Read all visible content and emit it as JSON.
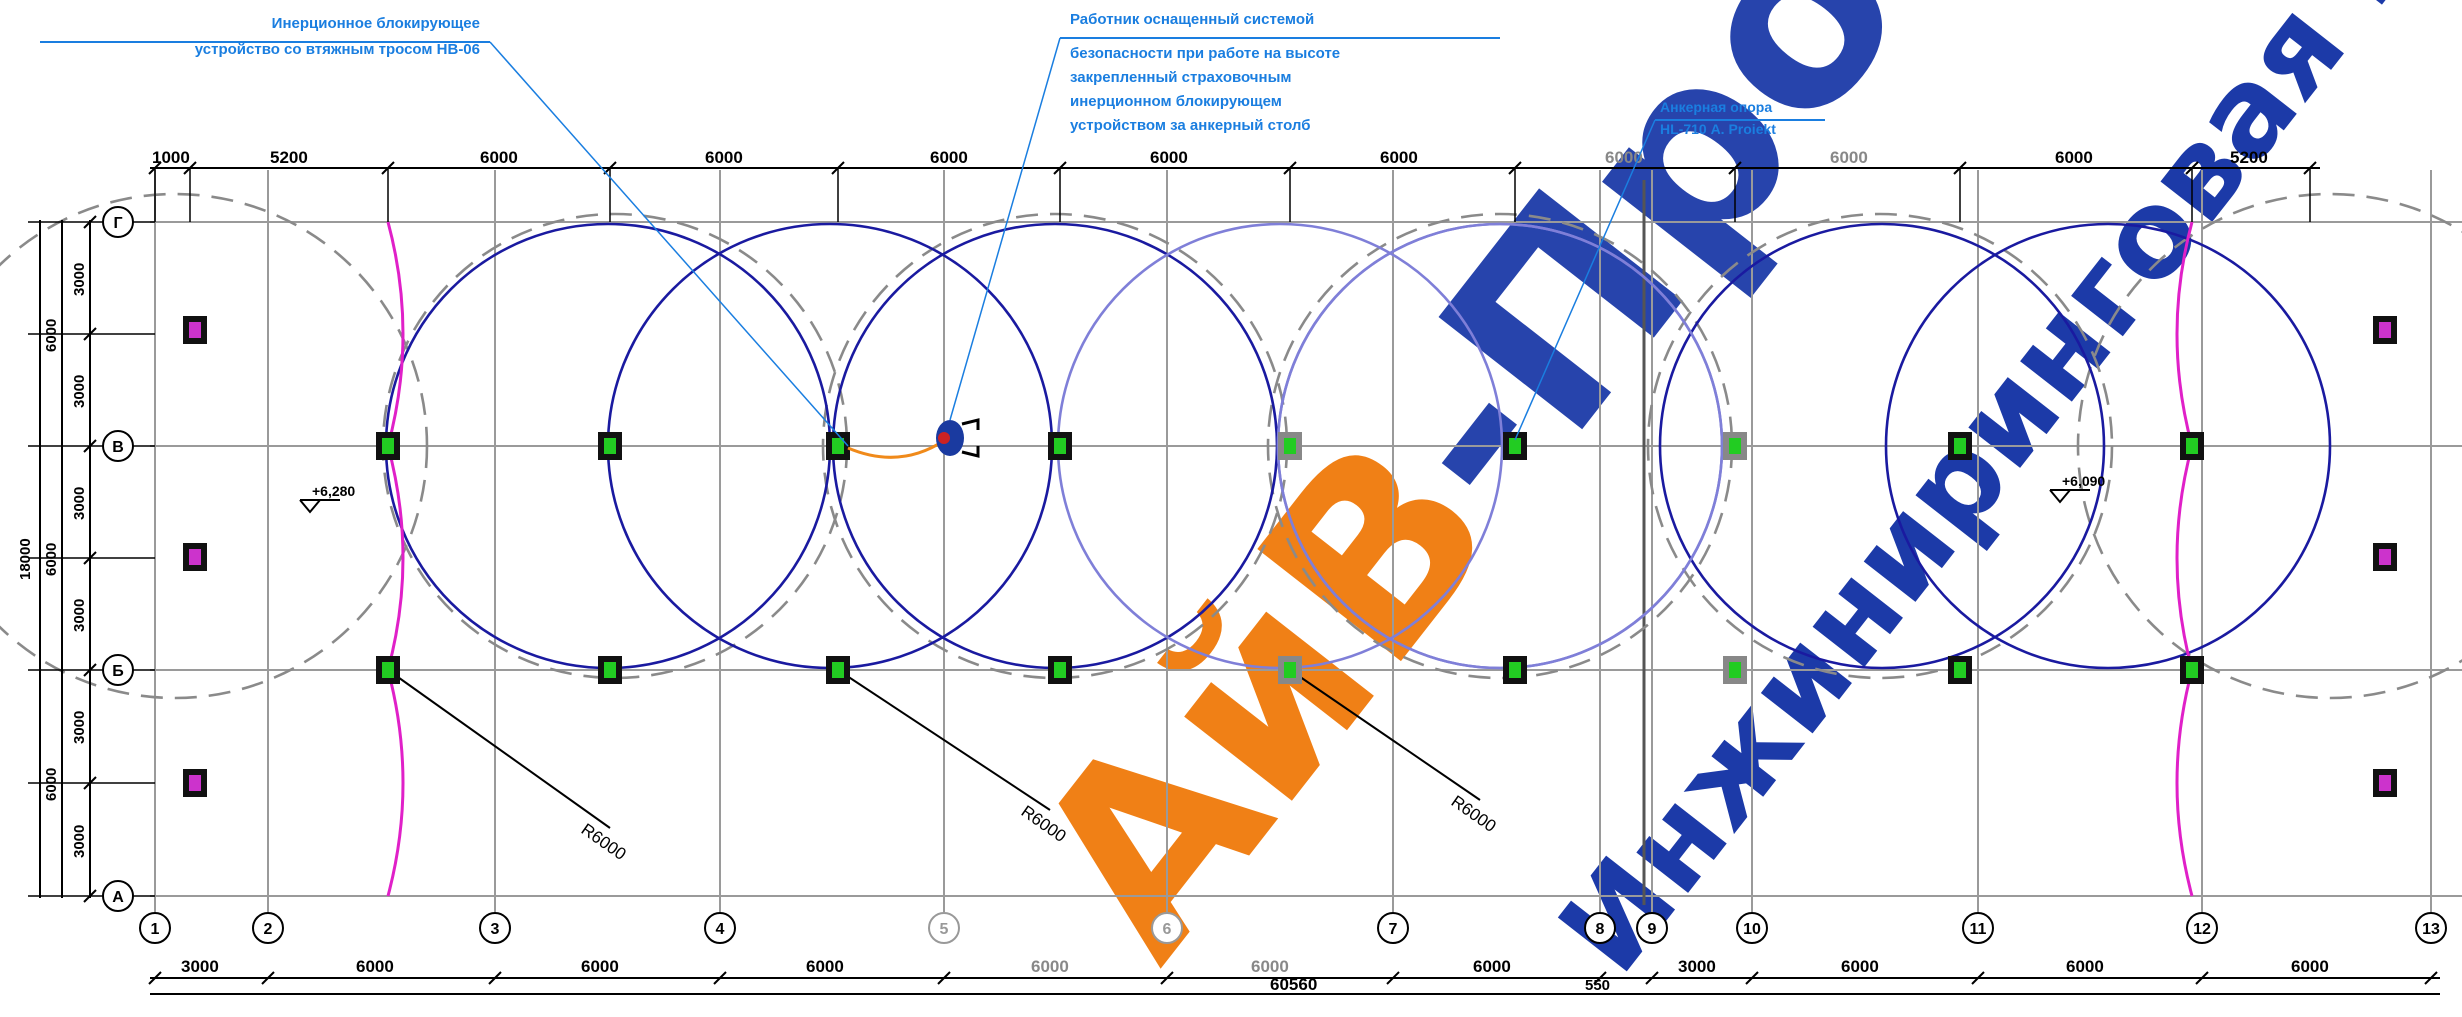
{
  "drawing": {
    "colors": {
      "grid": "#9a9a9a",
      "dim": "#000000",
      "circle_dark": "#1a1aa0",
      "circle_light": "#7f7fd8",
      "circle_dashed": "#8a8a8a",
      "magenta": "#e020c8",
      "leader": "#1a7ee0",
      "post_body": "#111111",
      "post_green": "#22cc22",
      "post_magenta": "#cc33cc",
      "rope": "#f08a1a",
      "watermark_blue": "#1c3aa8",
      "watermark_orange": "#f07a0a"
    },
    "axes_vertical": [
      "1",
      "2",
      "3",
      "4",
      "5",
      "6",
      "7",
      "8",
      "9",
      "10",
      "11",
      "12",
      "13"
    ],
    "axes_horizontal": [
      "Г",
      "В",
      "Б",
      "А"
    ],
    "top_dims": [
      "1000",
      "5200",
      "6000",
      "6000",
      "6000",
      "6000",
      "6000",
      "6000",
      "6000",
      "6000",
      "5200"
    ],
    "bottom_dims": [
      "3000",
      "6000",
      "6000",
      "6000",
      "6000",
      "6000",
      "6000",
      "3000",
      "6000",
      "6000",
      "6000"
    ],
    "bottom_overall": "60560",
    "bottom_gap": "550",
    "left_dims": [
      "3000",
      "6000",
      "3000",
      "3000",
      "6000",
      "3000",
      "3000",
      "6000",
      "3000"
    ],
    "left_overall": "18000",
    "radius_labels": [
      "R6000",
      "R6000",
      "R6000"
    ],
    "elevations": [
      "+6,280",
      "+6,090"
    ],
    "callouts": {
      "c1": [
        "Инерционное блокирующее",
        "устройство со втяжным тросом НВ-06"
      ],
      "c2": [
        "Работник оснащенный системой",
        "безопасности при работе на высоте",
        "закрепленный страховочным",
        "инерционном блокирующем",
        "устройством за анкерный столб"
      ],
      "c3": [
        "Анкерная опора",
        "HL-710 А. Proiekt"
      ]
    },
    "watermark": {
      "line1": "АйВ-Проект",
      "line2": "Инжиниринговая компания"
    }
  }
}
